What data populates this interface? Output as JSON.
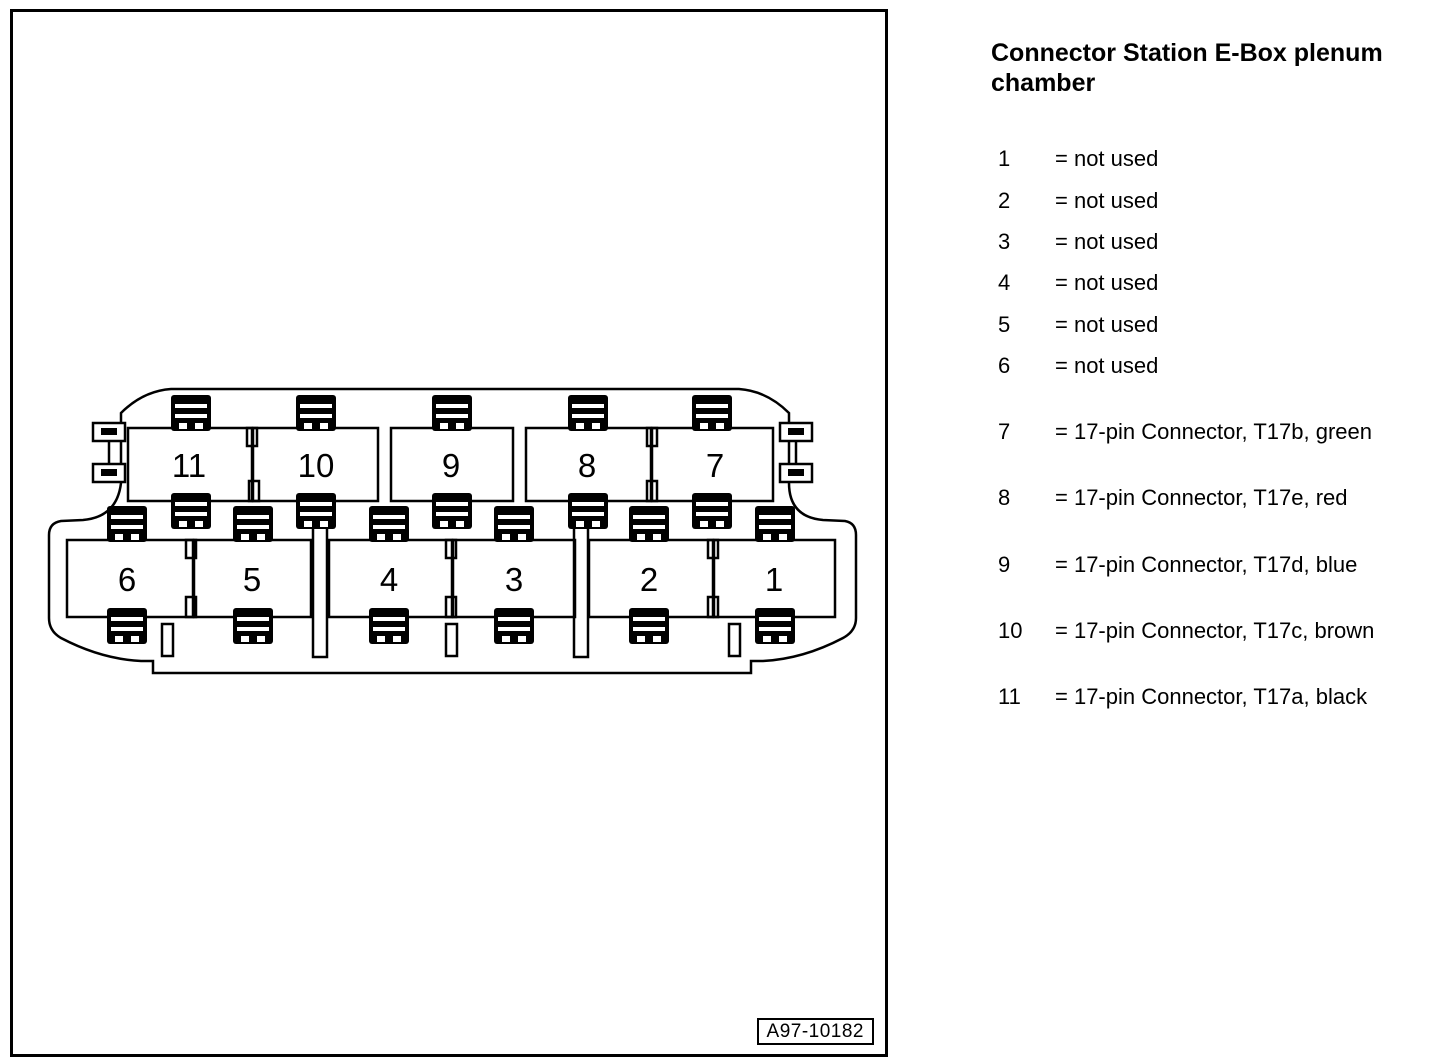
{
  "title": "Connector Station E-Box plenum chamber",
  "figure_id": "A97-10182",
  "slots": [
    {
      "num": "1",
      "desc": "= not used"
    },
    {
      "num": "2",
      "desc": "= not used"
    },
    {
      "num": "3",
      "desc": "= not used"
    },
    {
      "num": "4",
      "desc": "= not used"
    },
    {
      "num": "5",
      "desc": "= not used"
    },
    {
      "num": "6",
      "desc": "= not used"
    },
    {
      "num": "7",
      "desc": "= 17-pin Connector, T17b, green"
    },
    {
      "num": "8",
      "desc": "= 17-pin Connector, T17e, red"
    },
    {
      "num": "9",
      "desc": "= 17-pin Connector, T17d, blue"
    },
    {
      "num": "10",
      "desc": "= 17-pin Connector, T17c, brown"
    },
    {
      "num": "11",
      "desc": "= 17-pin Connector, T17a, black"
    }
  ]
}
